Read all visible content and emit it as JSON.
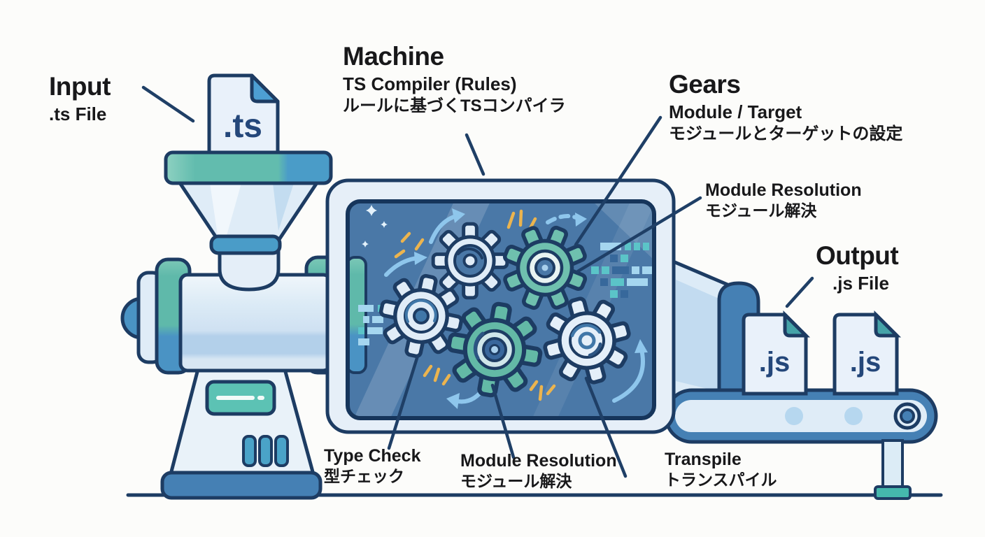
{
  "palette": {
    "background": "#fcfcfa",
    "outline_navy": "#1d3c63",
    "leader_line": "#1f3f66",
    "text_black": "#18181a",
    "screen_blue": "#4a78a7",
    "machine_frame": "#e6eff8",
    "gear_light": "#e0ecf7",
    "gear_teal": "#6fc0ae",
    "accent_teal": "#5cc2b4",
    "accent_blue": "#4580b4",
    "file_fill": "#e9f1fa",
    "fold_blue": "#4d9fd3",
    "fold_teal": "#45a3a8",
    "spark_yellow": "#ecb44e",
    "arrow_light_blue": "#8ec6ec"
  },
  "labels": {
    "input": {
      "title": "Input",
      "subtitle": ".ts File"
    },
    "machine": {
      "title": "Machine",
      "subtitle_en": "TS Compiler (Rules)",
      "subtitle_ja": "ルールに基づくTSコンパイラ"
    },
    "gears": {
      "title": "Gears",
      "subtitle_en": "Module / Target",
      "subtitle_ja": "モジュールとターゲットの設定"
    },
    "module_resolution_right": {
      "en": "Module Resolution",
      "ja": "モジュール解決"
    },
    "output": {
      "title": "Output",
      "subtitle": ".js File"
    },
    "type_check": {
      "en": "Type Check",
      "ja": "型チェック"
    },
    "module_resolution_bottom": {
      "en": "Module Resolution",
      "ja": "モジュール解決"
    },
    "transpile": {
      "en": "Transpile",
      "ja": "トランスパイル"
    }
  },
  "files": {
    "ts": ".ts",
    "js1": ".js",
    "js2": ".js"
  }
}
